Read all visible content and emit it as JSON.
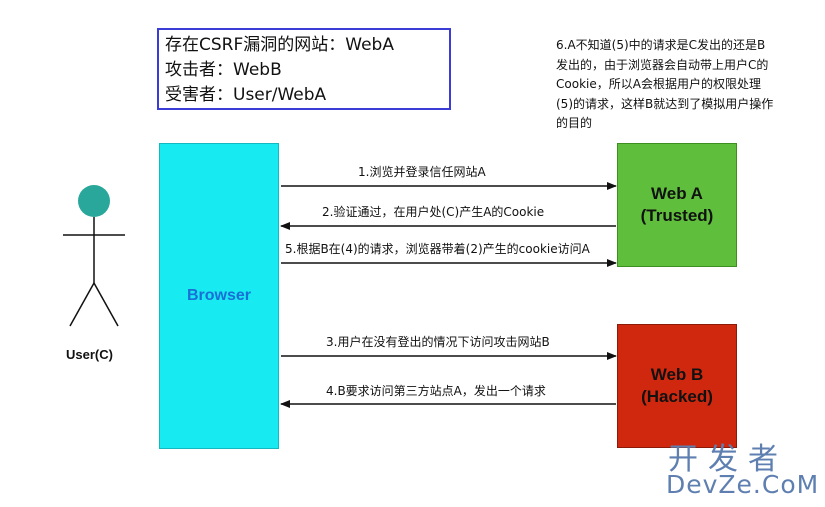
{
  "legend": {
    "line1": "存在CSRF漏洞的网站：WebA",
    "line2": "攻击者：WebB",
    "line3": "受害者：User/WebA"
  },
  "note": "6.A不知道(5)中的请求是C发出的还是B发出的，由于浏览器会自动带上用户C的Cookie，所以A会根据用户的权限处理(5)的请求，这样B就达到了模拟用户操作的目的",
  "nodes": {
    "browser": "Browser",
    "web_a_line1": "Web A",
    "web_a_line2": "(Trusted)",
    "web_b_line1": "Web B",
    "web_b_line2": "(Hacked)",
    "user": "User(C)"
  },
  "steps": {
    "s1": "1.浏览并登录信任网站A",
    "s2": "2.验证通过，在用户处(C)产生A的Cookie",
    "s5": "5.根据B在(4)的请求，浏览器带着(2)产生的cookie访问A",
    "s3": "3.用户在没有登出的情况下访问攻击网站B",
    "s4": "4.B要求访问第三方站点A，发出一个请求"
  },
  "colors": {
    "browser": "#17eaf0",
    "web_a": "#5fbf3c",
    "web_b": "#d0280e",
    "user_head": "#2aa79b",
    "legend_border": "#3b3bd6"
  },
  "watermark": {
    "cn": "开发者",
    "en": "DevZe.CoM"
  }
}
